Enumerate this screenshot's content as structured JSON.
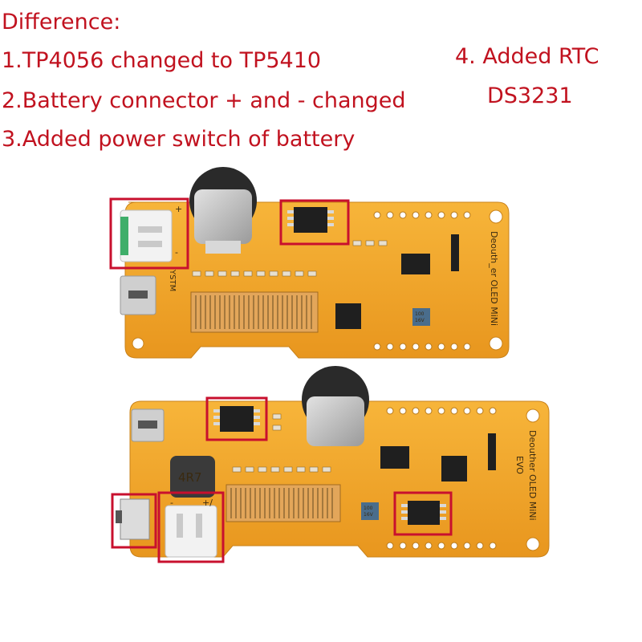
{
  "annotations": {
    "heading": "Difference:",
    "items": [
      "1.TP4056 changed to TP5410",
      "2.Battery connector + and - changed",
      "3.Added power switch of battery"
    ],
    "rtc_line1": "4. Added RTC",
    "rtc_line2": "DS3231"
  },
  "board_top": {
    "silkscreen": "Deouth_er OLED MiNi",
    "side_label": "YSTM ",
    "cap_label": "100\n16V",
    "pin_plus": "+",
    "pin_minus": "-"
  },
  "board_bottom": {
    "silkscreen": "Deouther OLED MiNi",
    "silkscreen2": "EVO",
    "inductor_label": "4R7",
    "cap_label": "100\n16V",
    "pin_minus": "-",
    "pin_plus": "+/"
  },
  "colors": {
    "annotation_red": "#c1121f",
    "pcb_orange": "#f0a42a",
    "highlight_box": "#c8102e"
  }
}
